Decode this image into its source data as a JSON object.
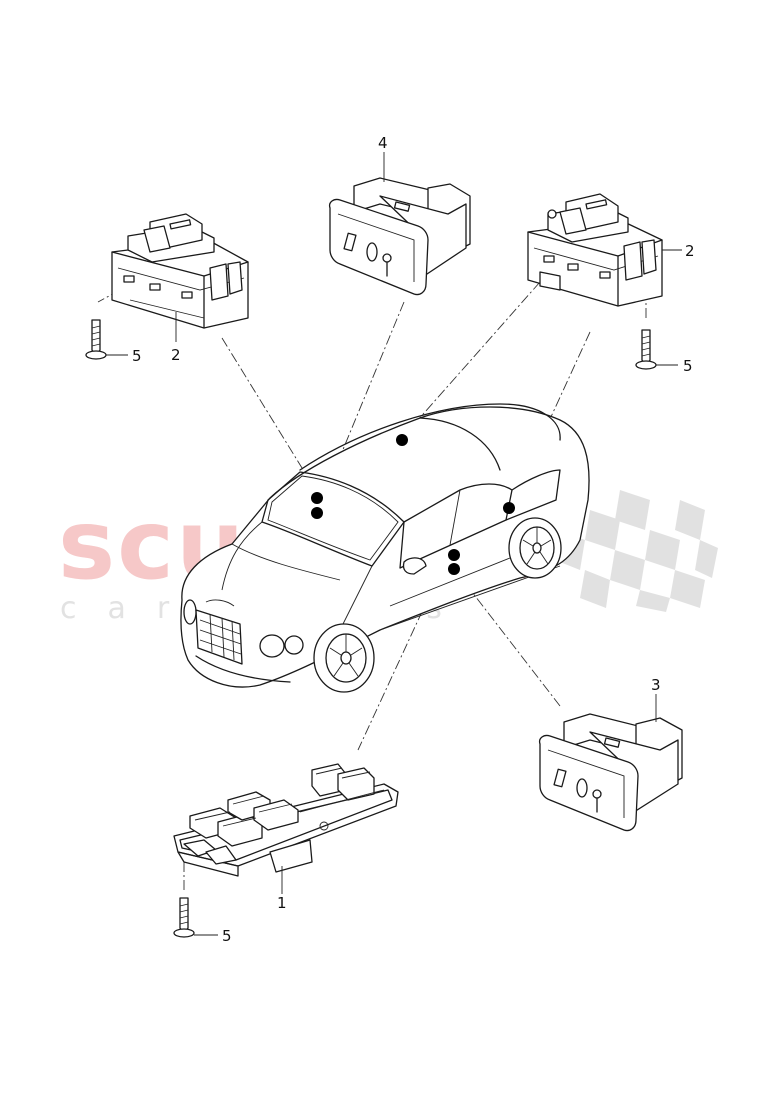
{
  "watermark": {
    "main": "scuderia",
    "sub": "car parts",
    "colors": {
      "main": "#f6c8c8",
      "sub": "#e2e2e2",
      "flag": "#dcdcdc"
    }
  },
  "callouts": [
    {
      "id": "part-1",
      "label": "1"
    },
    {
      "id": "part-2-left",
      "label": "2"
    },
    {
      "id": "part-2-right",
      "label": "2"
    },
    {
      "id": "part-3",
      "label": "3"
    },
    {
      "id": "part-4",
      "label": "4"
    },
    {
      "id": "part-5-left",
      "label": "5"
    },
    {
      "id": "part-5-right",
      "label": "5"
    },
    {
      "id": "part-5-bottom",
      "label": "5"
    }
  ],
  "locations": [
    "window-switch-front-left",
    "window-switch-front-left-2",
    "roof-switch",
    "door-switch-right",
    "door-switch-left",
    "door-switch-left-2"
  ]
}
